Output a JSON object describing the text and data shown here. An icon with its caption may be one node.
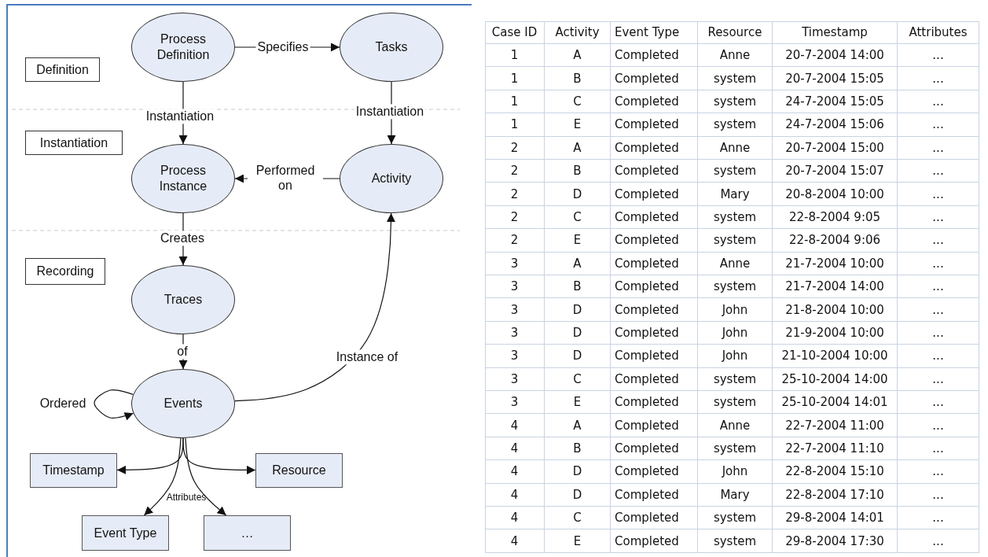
{
  "diagram": {
    "nodes": [
      {
        "text": [
          "Process Definition"
        ]
      },
      {
        "text": [
          "Tasks"
        ]
      },
      {
        "text": [
          "Definition"
        ]
      },
      {
        "text": [
          "Instantiation"
        ]
      },
      {
        "text": [
          "Process Instance"
        ]
      },
      {
        "text": [
          "Activity"
        ]
      },
      {
        "text": [
          "Recording"
        ]
      },
      {
        "text": [
          "Traces"
        ]
      },
      {
        "text": [
          "Events"
        ]
      },
      {
        "text": [
          "Timestamp"
        ]
      },
      {
        "text": [
          "Resource"
        ]
      },
      {
        "text": [
          "Event Type"
        ]
      },
      {
        "text": [
          "…"
        ]
      }
    ],
    "edges": [
      {
        "from": 0,
        "to": 1,
        "arrow": "to",
        "label": "Specifies"
      },
      {
        "from": 0,
        "to": 4,
        "arrow": "to",
        "label": "Instantiation"
      },
      {
        "from": 1,
        "to": 5,
        "arrow": "to",
        "label": "Instantiation"
      },
      {
        "from": 5,
        "to": 4,
        "arrow": "to",
        "label": "Performed on"
      },
      {
        "from": 4,
        "to": 7,
        "arrow": "to",
        "label": "Creates"
      },
      {
        "from": 7,
        "to": 8,
        "arrow": "to",
        "label": "of"
      },
      {
        "from": 8,
        "to": 8,
        "arrow": "to",
        "label": "Ordered"
      },
      {
        "from": 8,
        "to": 5,
        "arrow": "to",
        "label": "Instance of"
      },
      {
        "from": 8,
        "to": 9,
        "arrow": "to"
      },
      {
        "from": 8,
        "to": 10,
        "arrow": "to"
      },
      {
        "from": 8,
        "to": 11,
        "arrow": "to"
      },
      {
        "from": 8,
        "to": 12,
        "arrow": "to"
      }
    ],
    "labels": [
      "Attributes",
      "Case ID",
      "Activity",
      "Event Type",
      "Resource",
      "Timestamp",
      "Attributes",
      "1",
      "A",
      "Completed",
      "Anne",
      "20-7-2004 14:00",
      "...",
      "1",
      "B",
      "Completed",
      "system",
      "20-7-2004 15:05",
      "...",
      "1",
      "C",
      "Completed",
      "system",
      "24-7-2004 15:05",
      "...",
      "1",
      "E",
      "Completed",
      "system",
      "24-7-2004 15:06",
      "...",
      "2",
      "A",
      "Completed",
      "Anne",
      "20-7-2004 15:00",
      "...",
      "2",
      "B",
      "Completed",
      "system",
      "20-7-2004 15:07",
      "...",
      "2",
      "D",
      "Completed",
      "Mary",
      "20-8-2004 10:00",
      "...",
      "2",
      "C",
      "Completed",
      "system",
      "22-8-2004 9:05",
      "...",
      "2",
      "E",
      "Completed",
      "system",
      "22-8-2004 9:06",
      "...",
      "3",
      "A",
      "Completed",
      "Anne",
      "21-7-2004 10:00",
      "...",
      "3",
      "B",
      "Completed",
      "system",
      "21-7-2004 14:00",
      "...",
      "3",
      "D",
      "Completed",
      "John",
      "21-8-2004 10:00",
      "...",
      "3",
      "D",
      "Completed",
      "John",
      "21-9-2004 10:00",
      "...",
      "3",
      "D",
      "Completed",
      "John",
      "21-10-2004 10:00",
      "...",
      "3",
      "C",
      "Completed",
      "system",
      "25-10-2004 14:00",
      "...",
      "3",
      "E",
      "Completed",
      "system",
      "25-10-2004 14:01",
      "...",
      "4",
      "A",
      "Completed",
      "Anne",
      "22-7-2004 11:00",
      "...",
      "4",
      "B",
      "Completed",
      "system",
      "22-7-2004 11:10",
      "...",
      "4",
      "D",
      "Completed",
      "John",
      "22-8-2004 15:10",
      "...",
      "4",
      "D",
      "Completed",
      "Mary",
      "22-8-2004 17:10",
      "...",
      "4",
      "C",
      "Completed",
      "system",
      "29-8-2004 14:01",
      "...",
      "4",
      "E",
      "Completed",
      "system",
      "29-8-2004 17:30",
      "..."
    ]
  }
}
